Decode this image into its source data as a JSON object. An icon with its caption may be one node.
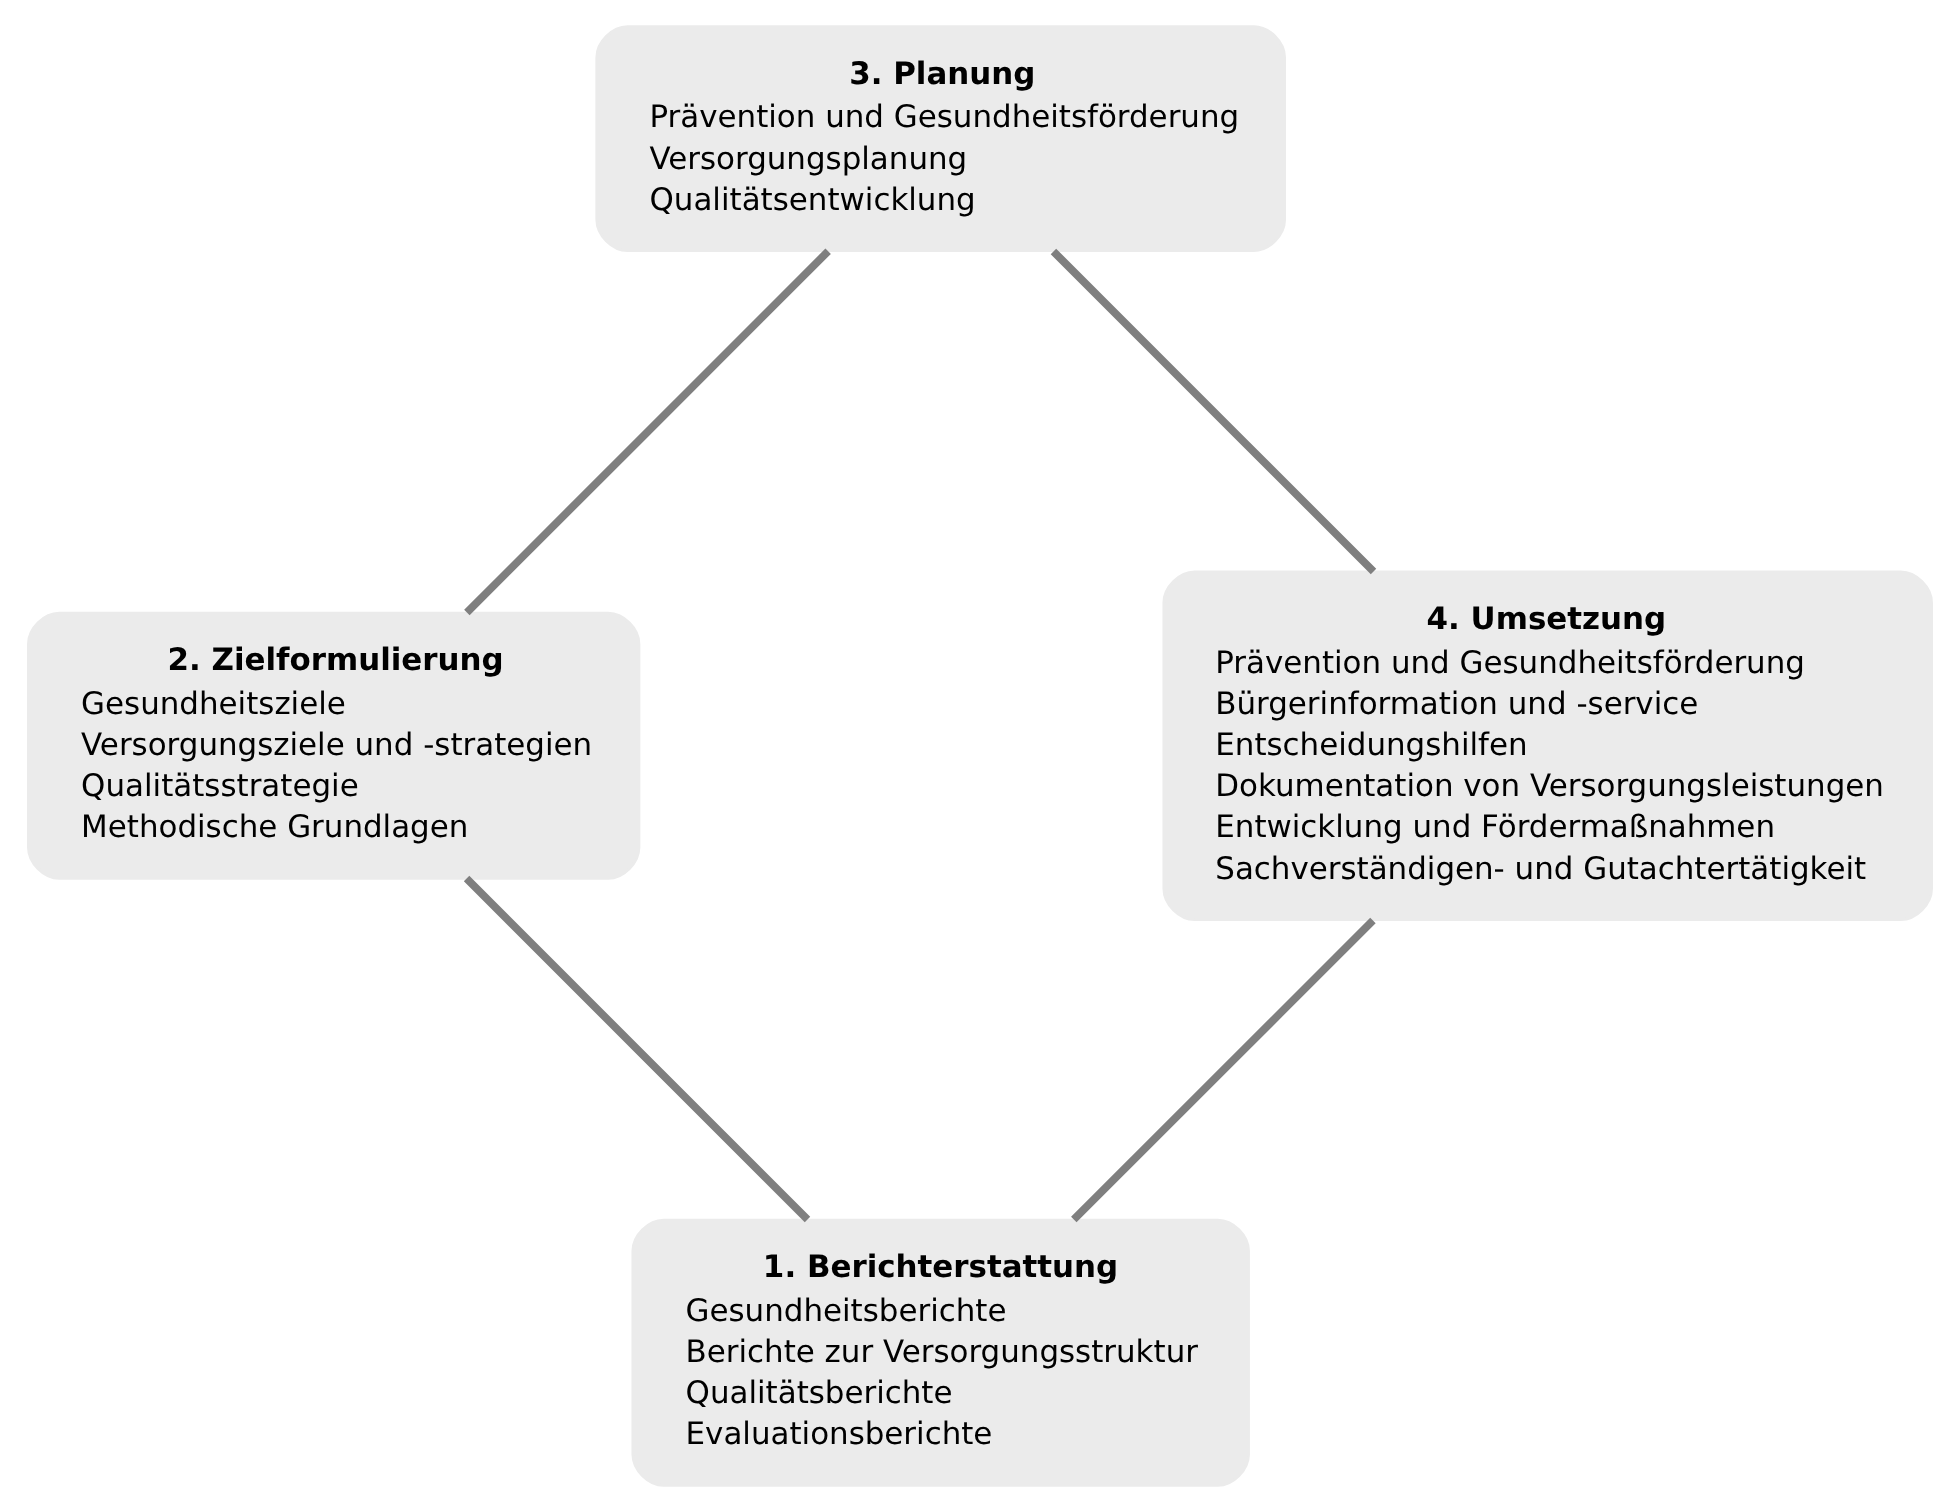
{
  "diagram": {
    "nodes": [
      {
        "text": [
          "1. Berichterstattung",
          "Gesundheitsberichte",
          "Berichte zur Versorgungsstruktur",
          "Qualitätsberichte",
          "Evaluationsberichte"
        ]
      },
      {
        "text": [
          "2. Zielformulierung",
          "Gesundheitsziele",
          "Versorgungsziele und -strategien",
          "Qualitätsstrategie",
          "Methodische Grundlagen"
        ]
      },
      {
        "text": [
          "3. Planung",
          "Prävention und Gesundheitsförderung",
          "Versorgungsplanung",
          "Qualitätsentwicklung"
        ]
      },
      {
        "text": [
          "4. Umsetzung",
          "Prävention und Gesundheitsförderung",
          "Bürgerinformation und -service",
          "Entscheidungshilfen",
          "Dokumentation von Versorgungsleistungen",
          "Entwicklung und Fördermaßnahmen",
          "Sachverständigen- und Gutachtertätigkeit"
        ]
      }
    ],
    "edges": [
      {
        "from": 0,
        "to": 1,
        "arrow": "none"
      },
      {
        "from": 1,
        "to": 2,
        "arrow": "none"
      },
      {
        "from": 2,
        "to": 3,
        "arrow": "none"
      },
      {
        "from": 3,
        "to": 0,
        "arrow": "none"
      }
    ]
  }
}
